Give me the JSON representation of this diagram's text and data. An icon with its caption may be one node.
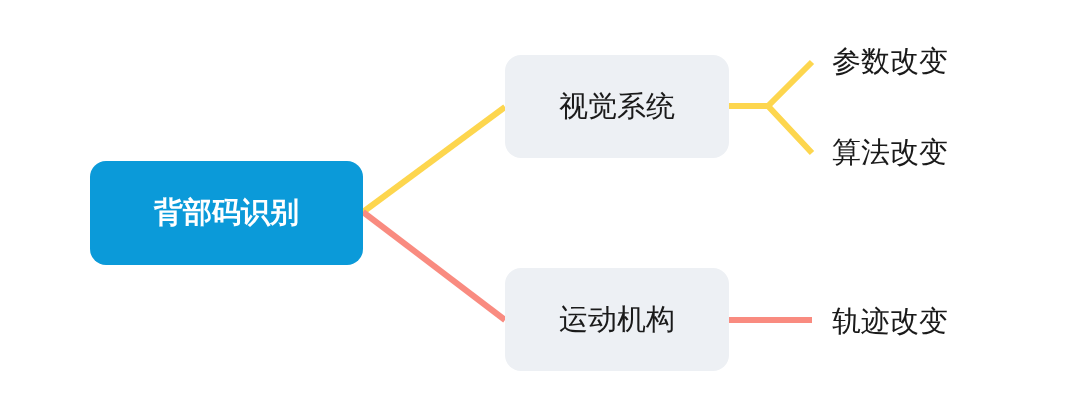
{
  "diagram": {
    "nodes": [
      {
        "text": [
          "背部码识别"
        ]
      },
      {
        "text": [
          "视觉系统"
        ]
      },
      {
        "text": [
          "运动机构"
        ]
      },
      {
        "text": [
          "参数改变"
        ]
      },
      {
        "text": [
          "算法改变"
        ]
      },
      {
        "text": [
          "轨迹改变"
        ]
      }
    ],
    "edges": [
      {
        "from": 0,
        "to": 1,
        "arrow": "none"
      },
      {
        "from": 0,
        "to": 2,
        "arrow": "none",
        "color": "#f98b80"
      },
      {
        "from": 1,
        "to": 3,
        "arrow": "none"
      },
      {
        "from": 1,
        "to": 4,
        "arrow": "none"
      },
      {
        "from": 2,
        "to": 5,
        "arrow": "none",
        "color": "#f98b80"
      }
    ]
  }
}
